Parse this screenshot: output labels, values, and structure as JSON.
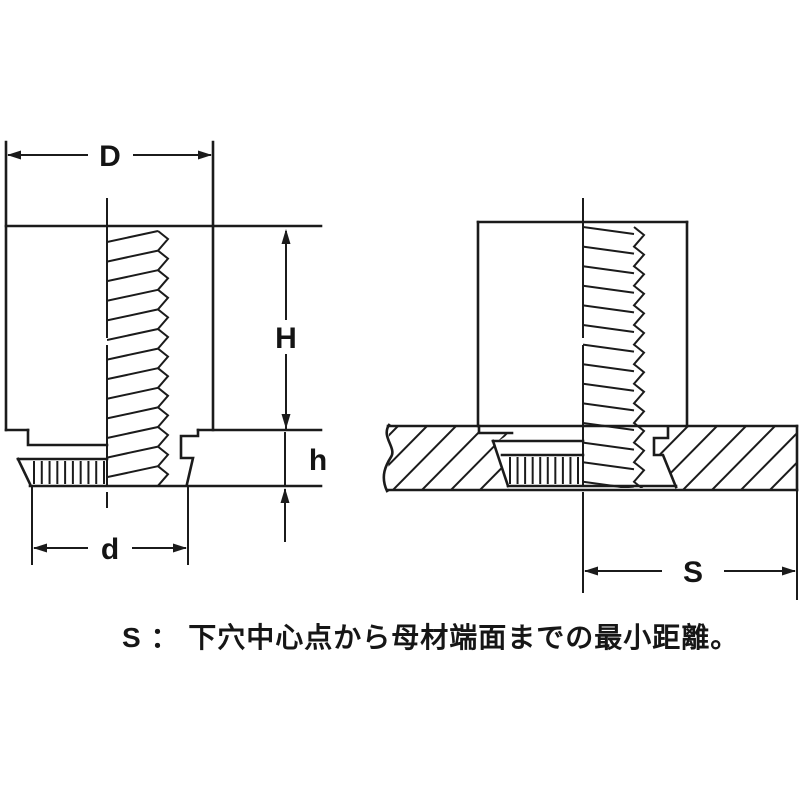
{
  "drawing": {
    "labels": {
      "outer_diameter": "D",
      "body_height": "H",
      "head_height": "h",
      "pilot_diameter": "d",
      "edge_distance": "S"
    },
    "caption": "S ： 下穴中心点から母材端面までの最小距離。",
    "line_color": "#1b1b1b",
    "background_color": "#ffffff"
  }
}
